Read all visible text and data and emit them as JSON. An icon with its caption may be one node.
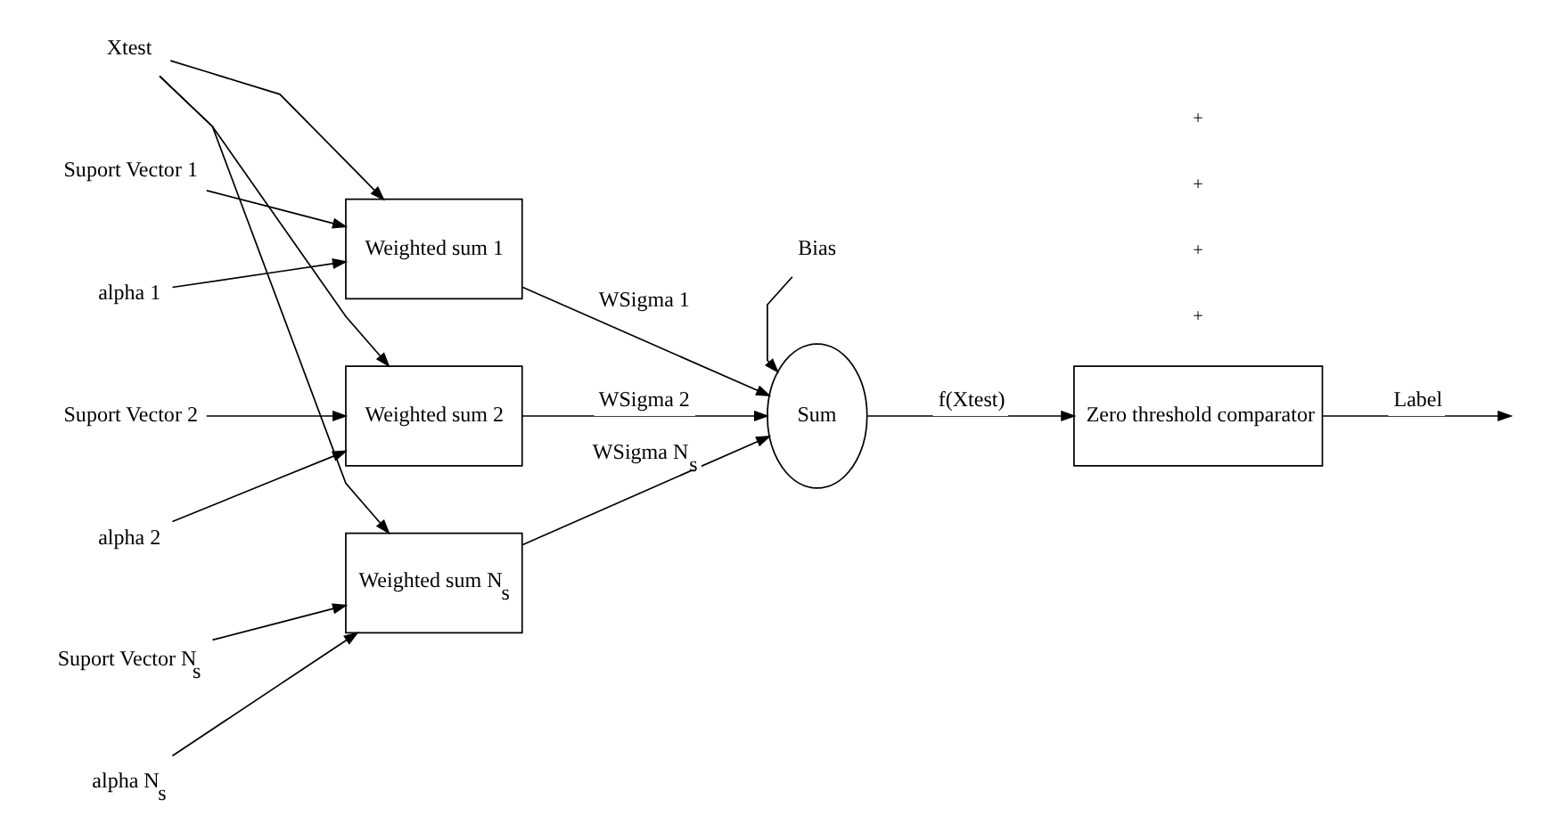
{
  "diagram": {
    "nodes": [
      {
        "text": [
          "Xtest"
        ]
      },
      {
        "text": [
          "Suport Vector 1"
        ]
      },
      {
        "text": [
          "alpha 1"
        ]
      },
      {
        "text": [
          "Weighted sum 1"
        ]
      },
      {
        "text": [
          "Suport Vector 2"
        ]
      },
      {
        "text": [
          "alpha 2"
        ]
      },
      {
        "text": [
          "Weighted sum 2"
        ]
      },
      {
        "text": [
          "Suport Vector N$_{s}$"
        ]
      },
      {
        "text": [
          "alpha N$_{s}$"
        ]
      },
      {
        "text": [
          "Weighted sum N$_{s}$"
        ]
      },
      {
        "text": [
          "Bias"
        ]
      },
      {
        "text": [
          "Sum"
        ]
      },
      {
        "text": [
          "Zero threshold comparator"
        ]
      }
    ],
    "edges": [
      {
        "from": 0,
        "to": 3,
        "arrow": "to"
      },
      {
        "from": 0,
        "to": 6,
        "arrow": "to"
      },
      {
        "from": 0,
        "to": 9,
        "arrow": "to"
      },
      {
        "from": 1,
        "to": 3,
        "arrow": "to"
      },
      {
        "from": 2,
        "to": 3,
        "arrow": "to"
      },
      {
        "from": 4,
        "to": 6,
        "arrow": "to"
      },
      {
        "from": 5,
        "to": 6,
        "arrow": "to"
      },
      {
        "from": 7,
        "to": 9,
        "arrow": "to"
      },
      {
        "from": 8,
        "to": 9,
        "arrow": "to"
      },
      {
        "from": 3,
        "to": 11,
        "arrow": "to",
        "label": "WSigma 1"
      },
      {
        "from": 6,
        "to": 11,
        "arrow": "to",
        "label": "WSigma 2"
      },
      {
        "from": 9,
        "to": 11,
        "arrow": "to",
        "label": "WSigma N$_{s}$"
      },
      {
        "from": 10,
        "to": 11,
        "arrow": "to"
      },
      {
        "from": 11,
        "to": 12,
        "arrow": "to",
        "label": "f(Xtest)"
      },
      {
        "from": 12,
        "to": null,
        "arrow": "to",
        "label": "Label"
      }
    ],
    "labels": [
      "+",
      "+",
      "+",
      "+"
    ]
  }
}
